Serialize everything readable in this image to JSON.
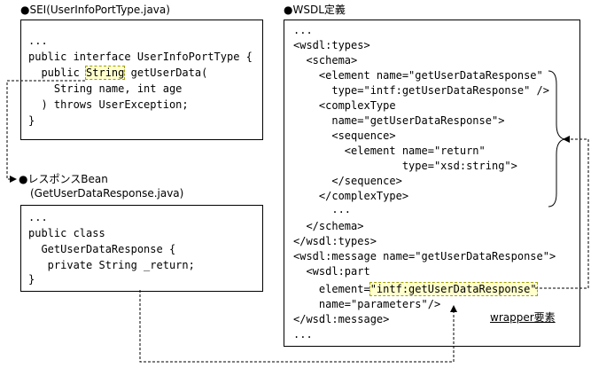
{
  "sei": {
    "heading": "●SEI(UserInfoPortType.java)",
    "lines": [
      "...",
      "public interface UserInfoPortType {",
      "  public ",
      "    String name, int age",
      "  ) throws UserException;",
      "}"
    ],
    "line3_highlight": "String",
    "line3_suffix": " getUserData("
  },
  "response_bean": {
    "heading": "●レスポンスBean",
    "subheading": "(GetUserDataResponse.java)",
    "lines": [
      "...",
      "public class",
      "  GetUserDataResponse {",
      "   private String _return;",
      "}"
    ]
  },
  "wsdl": {
    "heading": "●WSDL定義",
    "lines": [
      "...",
      "<wsdl:types>",
      "  <schema>",
      "    <element name=\"getUserDataResponse\"",
      "      type=\"intf:getUserDataResponse\" />",
      "    <complexType",
      "      name=\"getUserDataResponse\">",
      "      <sequence>",
      "        <element name=\"return\"",
      "                 type=\"xsd:string\">",
      "      </sequence>",
      "    </complexType>",
      "      ...",
      "  </schema>",
      "</wsdl:types>",
      "<wsdl:message name=\"getUserDataResponse\">",
      "  <wsdl:part",
      "    element=",
      "    name=\"parameters\"/>",
      "</wsdl:message>",
      "..."
    ],
    "element_highlight": "\"intf:getUserDataResponse\"",
    "wrapper_label": "wrapper要素"
  }
}
